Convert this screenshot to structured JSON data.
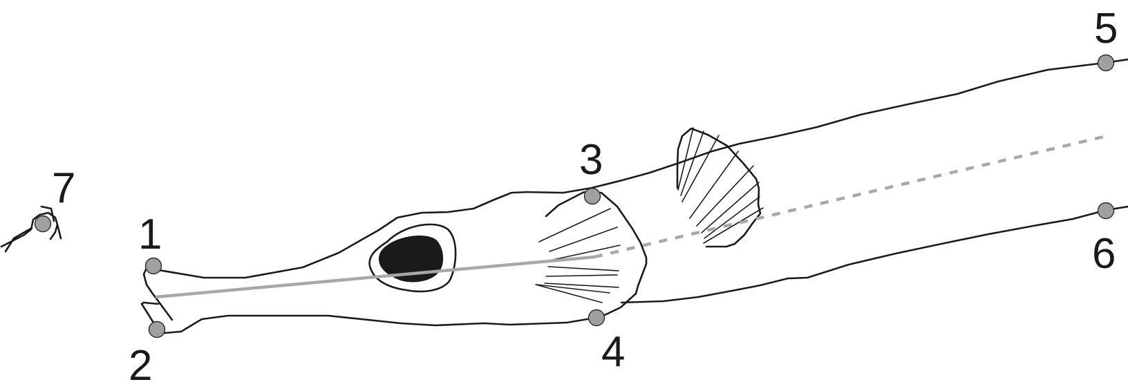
{
  "colors": {
    "outline": "#1a1a1a",
    "eye": "#1a1a1a",
    "axis": "#a8a8aa",
    "landmark_fill": "#a0a0a2"
  },
  "landmarks": [
    {
      "id": 1,
      "label": "1"
    },
    {
      "id": 2,
      "label": "2"
    },
    {
      "id": 3,
      "label": "3"
    },
    {
      "id": 4,
      "label": "4"
    },
    {
      "id": 5,
      "label": "5"
    },
    {
      "id": 6,
      "label": "6"
    },
    {
      "id": 7,
      "label": "7"
    }
  ]
}
